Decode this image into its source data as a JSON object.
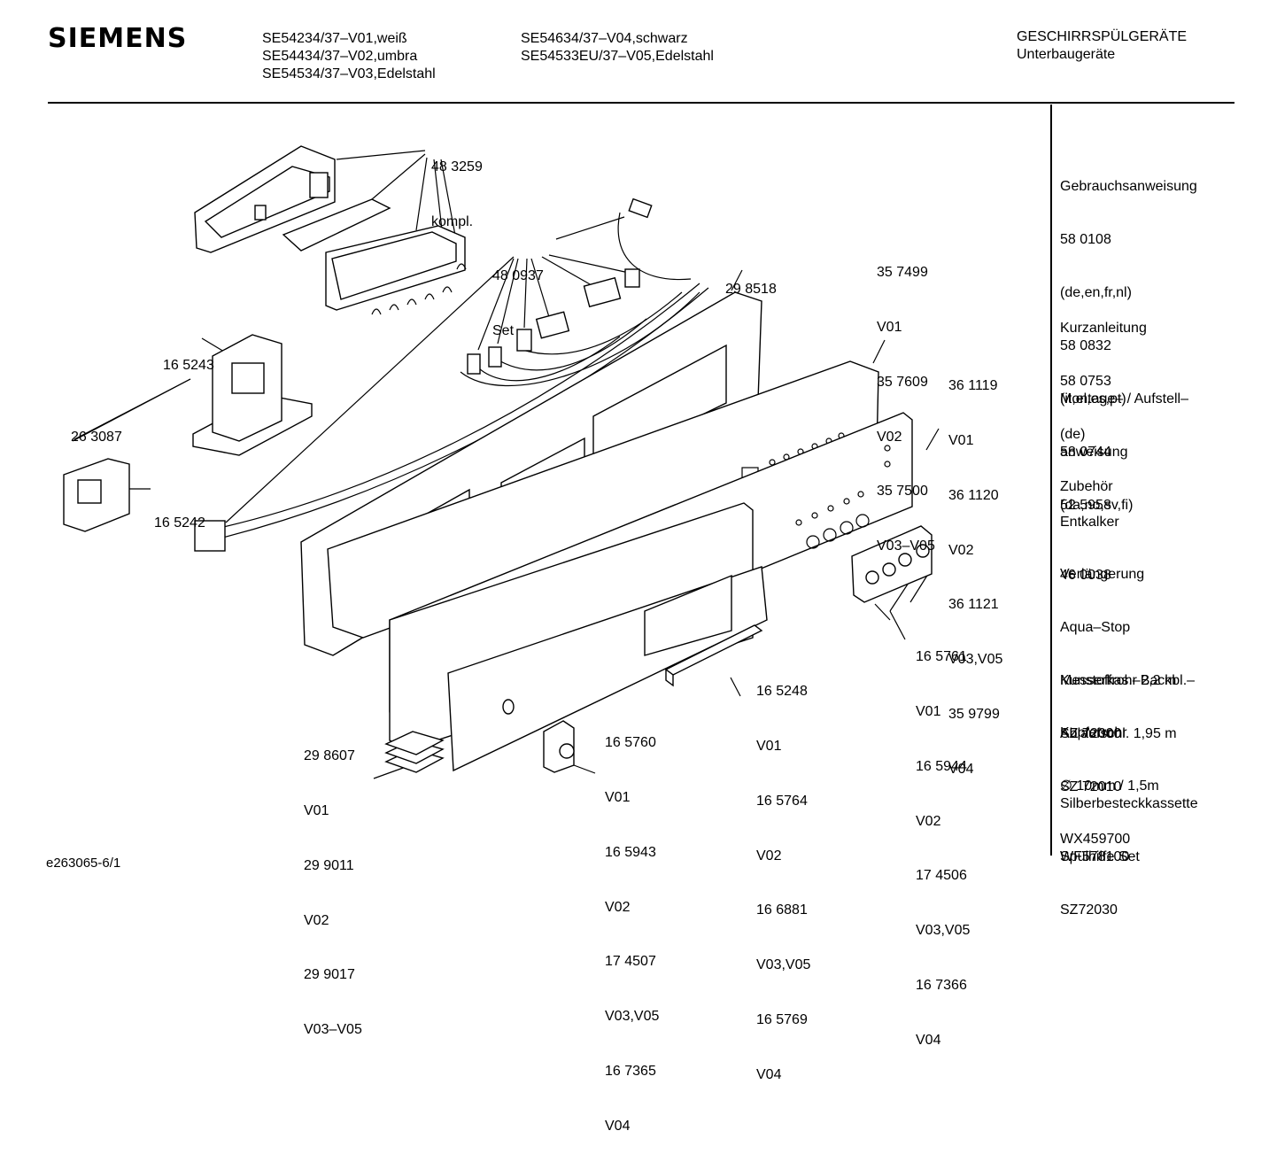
{
  "header": {
    "brand": "SIEMENS",
    "models_col1": [
      "SE54234/37–V01,weiß",
      "SE54434/37–V02,umbra",
      "SE54534/37–V03,Edelstahl"
    ],
    "models_col2": [
      "SE54634/37–V04,schwarz",
      "SE54533EU/37–V05,Edelstahl"
    ],
    "category": [
      "GESCHIRRSPÜLGERÄTE",
      "Unterbaugeräte"
    ]
  },
  "callouts": {
    "c1": [
      "48 3259",
      "kompl."
    ],
    "c2": [
      "48 0937",
      "Set"
    ],
    "c3": [
      "29 8518"
    ],
    "c4": [
      "35 7499",
      "V01",
      "35 7609",
      "V02",
      "35 7500",
      "V03–V05"
    ],
    "c5": [
      "36 1119",
      "V01",
      "36 1120",
      "V02",
      "36 1121",
      "V03,V05",
      "35 9799",
      "V04"
    ],
    "c6": [
      "16 5243"
    ],
    "c7": [
      "26 3087"
    ],
    "c8": [
      "16 5242"
    ],
    "c9": [
      "16 5761",
      "V01",
      "16 5944",
      "V02",
      "17 4506",
      "V03,V05",
      "16 7366",
      "V04"
    ],
    "c10": [
      "16 5248",
      "V01",
      "16 5764",
      "V02",
      "16 6881",
      "V03,V05",
      "16 5769",
      "V04"
    ],
    "c11": [
      "16 5760",
      "V01",
      "16 5943",
      "V02",
      "17 4507",
      "V03,V05",
      "16 7365",
      "V04"
    ],
    "c12": [
      "29 8607",
      "V01",
      "29 9011",
      "V02",
      "29 9017",
      "V03–V05"
    ]
  },
  "sidebar": [
    [
      "Gebrauchsanweisung",
      "58 0108",
      "(de,en,fr,nl)",
      "58 0832",
      "(it,el,es,pt)",
      "58 0744",
      "(da,no,sv,fi)"
    ],
    [
      "Kurzanleitung",
      "58 0753",
      "(de)"
    ],
    [
      "Montage– / Aufstell–",
      "anweisung",
      "52 5958"
    ],
    [
      "Zubehör"
    ],
    [
      "Entkalker",
      "46 0038"
    ],
    [
      "Verlängerung",
      "Aqua–Stop",
      "Kunstoffrohr 2,2 m",
      "Ablaufschl. 1,95 m",
      "SZ 72010"
    ],
    [
      "Messerkas.–Backbl.–",
      "SZ 72000"
    ],
    [
      "Kupferrohr",
      "∅ 10mm / 1,5m",
      "WX459700"
    ],
    [
      "Silberbesteckkassette",
      "WF578100"
    ],
    [
      "Spülhilfe Set",
      "SZ72030"
    ]
  ],
  "footer": "e263065-6/1"
}
